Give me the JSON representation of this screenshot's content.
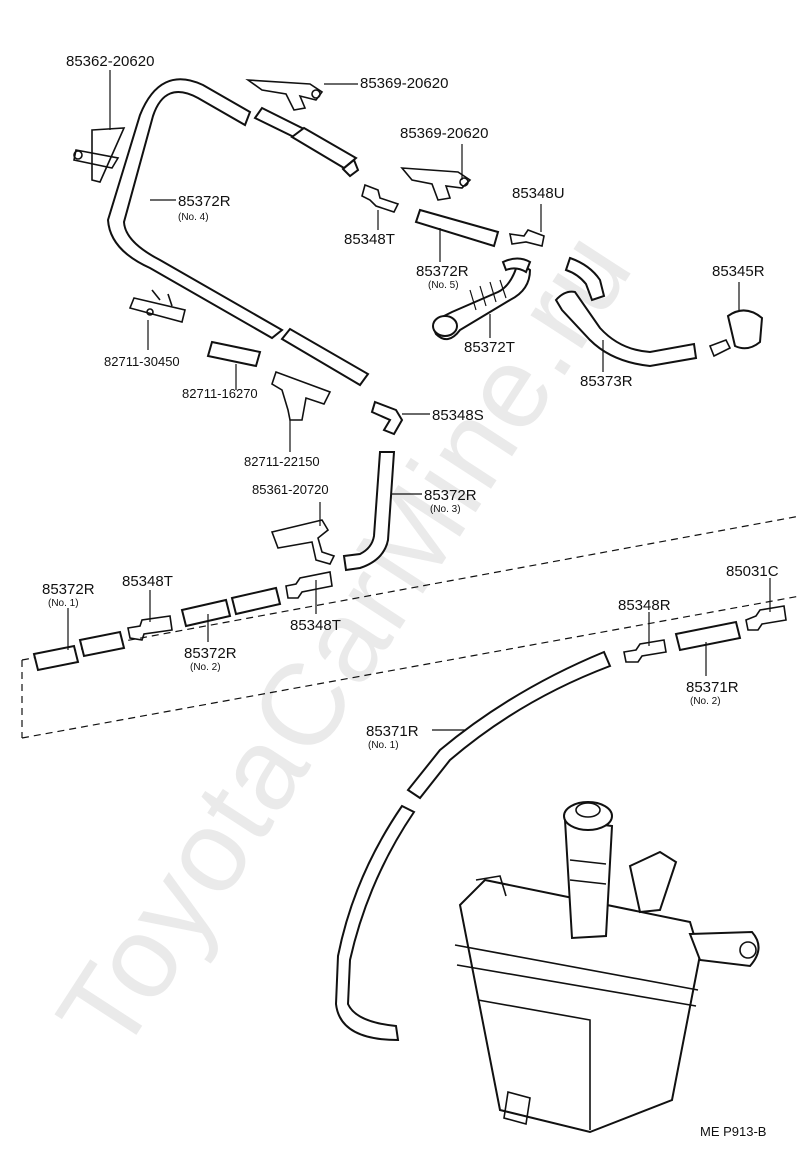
{
  "watermark": "ToyotaCarMine.ru",
  "figure_ref": "ME P913-B",
  "labels": {
    "p85362": "85362-20620",
    "p85369a": "85369-20620",
    "p85369b": "85369-20620",
    "p85372r_4": "85372R",
    "p85372r_4_sub": "(No. 4)",
    "p85348t_a": "85348T",
    "p85348u": "85348U",
    "p85372r_5": "85372R",
    "p85372r_5_sub": "(No. 5)",
    "p85345r": "85345R",
    "p85372t": "85372T",
    "p85373r": "85373R",
    "p82711_30450": "82711-30450",
    "p82711_16270": "82711-16270",
    "p85348s": "85348S",
    "p82711_22150": "82711-22150",
    "p85361": "85361-20720",
    "p85372r_3": "85372R",
    "p85372r_3_sub": "(No. 3)",
    "p85372r_1": "85372R",
    "p85372r_1_sub": "(No. 1)",
    "p85348t_b": "85348T",
    "p85372r_2": "85372R",
    "p85372r_2_sub": "(No. 2)",
    "p85348t_c": "85348T",
    "p85348r": "85348R",
    "p85031c": "85031C",
    "p85371r_2": "85371R",
    "p85371r_2_sub": "(No. 2)",
    "p85371r_1": "85371R",
    "p85371r_1_sub": "(No. 1)"
  }
}
